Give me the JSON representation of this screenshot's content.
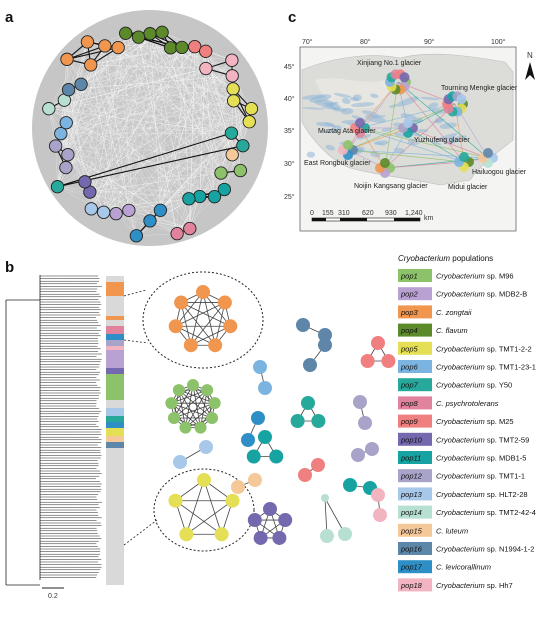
{
  "panels": {
    "a": "a",
    "b": "b",
    "c": "c"
  },
  "map": {
    "lon_ticks": [
      "70°",
      "80°",
      "90°",
      "100°"
    ],
    "lat_ticks": [
      "45°",
      "40°",
      "35°",
      "30°",
      "25°"
    ],
    "north": "N",
    "scale_ticks": [
      "0",
      "155",
      "310",
      "620",
      "930",
      "1,240"
    ],
    "scale_unit": "km",
    "sites": [
      {
        "name": "Xinjiang No.1 glacier"
      },
      {
        "name": "Tourning Mengke glacier"
      },
      {
        "name": "Muztag Ata glacier"
      },
      {
        "name": "Yuzhufeng glacier"
      },
      {
        "name": "Hailuogou glacier"
      },
      {
        "name": "East Rongbuk glacier"
      },
      {
        "name": "Noijin Kangsang glacier"
      },
      {
        "name": "Midui glacier"
      }
    ]
  },
  "tree": {
    "scale_label": "0.2"
  },
  "legend": {
    "title_italic": "Cryobacterium",
    "title_rest": " populations",
    "items": [
      {
        "tag": "pop1",
        "species": "Cryobacterium sp. M96",
        "color": "#8cc269"
      },
      {
        "tag": "pop2",
        "species": "Cryobacterium sp. MDB2-B",
        "color": "#b9a2d3"
      },
      {
        "tag": "pop3",
        "species": "C. zongtaii",
        "color": "#f0964f"
      },
      {
        "tag": "pop4",
        "species": "C. flavum",
        "color": "#5c8a2a"
      },
      {
        "tag": "pop5",
        "species": "Cryobacterium sp. TMT1-2-2",
        "color": "#e4df55"
      },
      {
        "tag": "pop6",
        "species": "Cryobacterium sp. TMT1-23-1",
        "color": "#7bb4e0"
      },
      {
        "tag": "pop7",
        "species": "Cryobacterium sp. Y50",
        "color": "#26a89a"
      },
      {
        "tag": "pop8",
        "species": "C. psychrotolerans",
        "color": "#e1839c"
      },
      {
        "tag": "pop9",
        "species": "Cryobacterium sp. M25",
        "color": "#f07f7f"
      },
      {
        "tag": "pop10",
        "species": "Cryobacterium sp. TMT2-59",
        "color": "#7468ae"
      },
      {
        "tag": "pop11",
        "species": "Cryobacterium sp. MDB1-5",
        "color": "#17a3a1"
      },
      {
        "tag": "pop12",
        "species": "Cryobacterium sp. TMT1-1",
        "color": "#a8a3c8"
      },
      {
        "tag": "pop13",
        "species": "Cryobacterium sp. HLT2-28",
        "color": "#a8c8ea"
      },
      {
        "tag": "pop14",
        "species": "Cryobacterium sp. TMT2-42-4",
        "color": "#b7e0d3"
      },
      {
        "tag": "pop15",
        "species": "C. luteum",
        "color": "#f5c89a"
      },
      {
        "tag": "pop16",
        "species": "Cryobacterium sp. N1994-1-2",
        "color": "#5d86a8"
      },
      {
        "tag": "pop17",
        "species": "C. levicorallinum",
        "color": "#2e8fc6"
      },
      {
        "tag": "pop18",
        "species": "Cryobacterium sp. Hh7",
        "color": "#f1b4c0"
      }
    ]
  }
}
